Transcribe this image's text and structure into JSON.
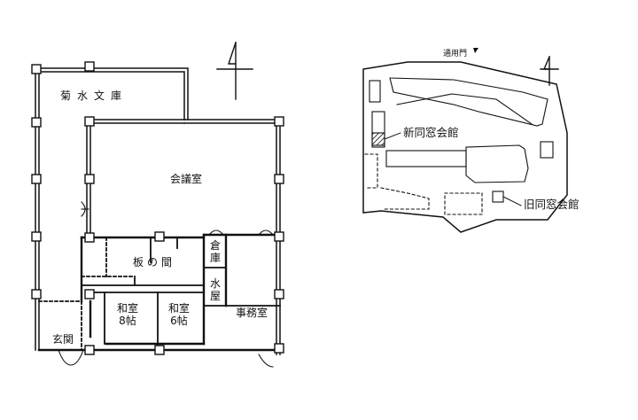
{
  "floor_plan": {
    "rooms": {
      "kikusui_bunko": "菊水文庫",
      "kaigishitsu": "会議室",
      "ita_no_ma": "板の間",
      "souko": "倉庫",
      "mizuya": "水屋",
      "washitsu_8": "和室8帖",
      "washitsu_6": "和室6帖",
      "jimushitsu": "事務室",
      "genkan": "玄関"
    }
  },
  "site_map": {
    "gate_label": "通用門",
    "new_hall_label": "新同窓会館",
    "old_hall_label": "旧同窓会館"
  },
  "colors": {
    "line": "#111111",
    "background": "#ffffff"
  }
}
